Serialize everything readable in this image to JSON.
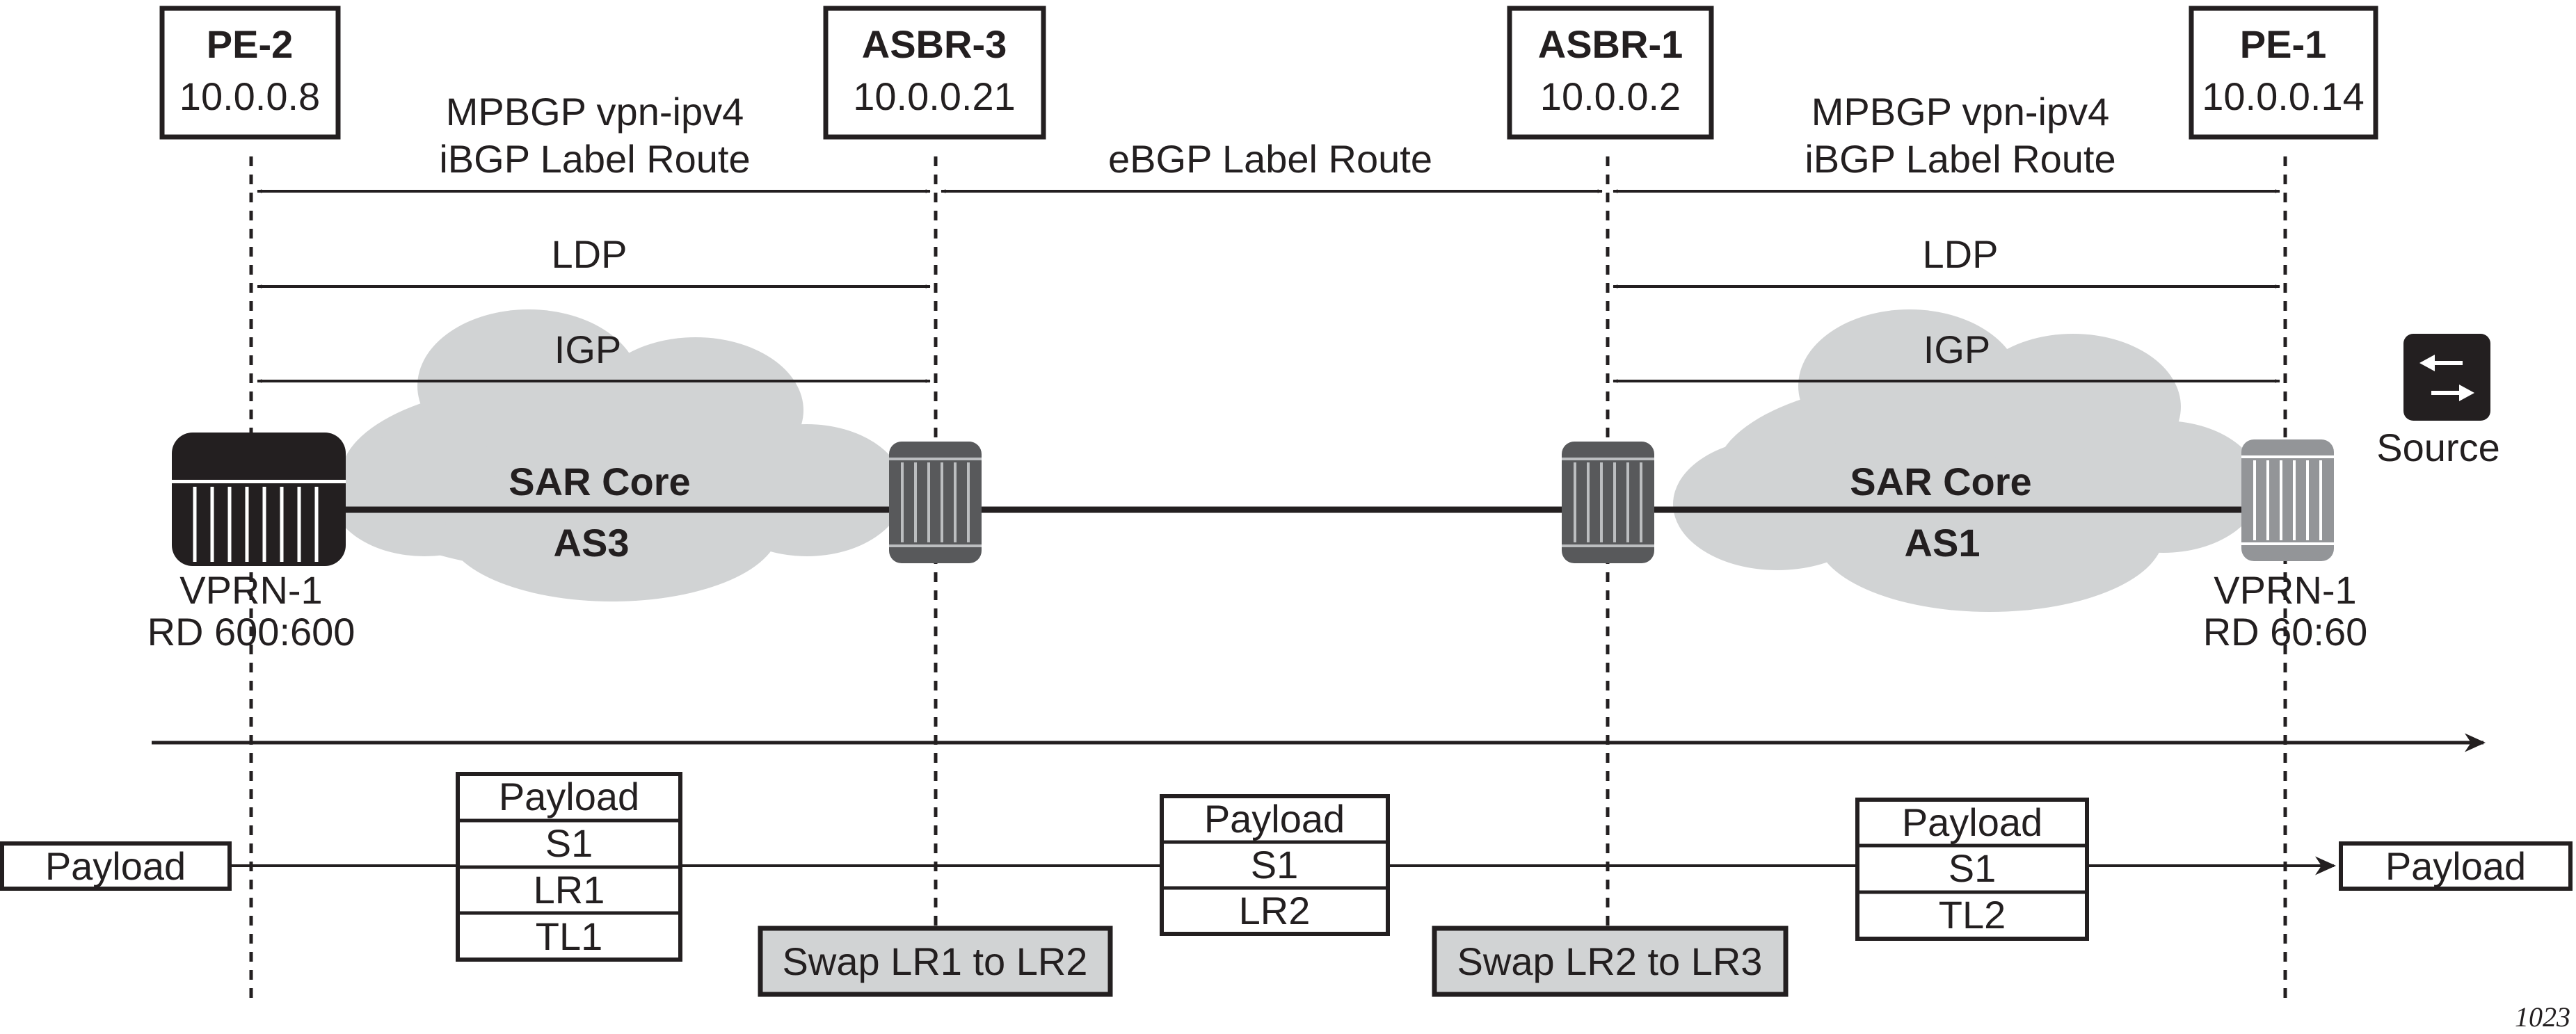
{
  "nodes": {
    "pe2": {
      "name": "PE-2",
      "ip": "10.0.0.8"
    },
    "asbr3": {
      "name": "ASBR-3",
      "ip": "10.0.0.21"
    },
    "asbr1": {
      "name": "ASBR-1",
      "ip": "10.0.0.2"
    },
    "pe1": {
      "name": "PE-1",
      "ip": "10.0.0.14"
    }
  },
  "sessions": {
    "left_mpbgp_line1": "MPBGP vpn-ipv4",
    "left_mpbgp_line2": "iBGP Label Route",
    "ebgp": "eBGP Label Route",
    "right_mpbgp_line1": "MPBGP vpn-ipv4",
    "right_mpbgp_line2": "iBGP Label Route",
    "left_ldp": "LDP",
    "right_ldp": "LDP",
    "left_igp": "IGP",
    "right_igp": "IGP"
  },
  "clouds": {
    "left": {
      "line1": "SAR Core",
      "line2": "AS3"
    },
    "right": {
      "line1": "SAR Core",
      "line2": "AS1"
    }
  },
  "vprn": {
    "left": {
      "line1": "VPRN-1",
      "line2": "RD 600:600"
    },
    "right": {
      "line1": "VPRN-1",
      "line2": "RD 60:60"
    }
  },
  "source_label": "Source",
  "packets": {
    "start_payload": "Payload",
    "end_payload": "Payload",
    "stack1": [
      "Payload",
      "S1",
      "LR1",
      "TL1"
    ],
    "stack2": [
      "Payload",
      "S1",
      "LR2"
    ],
    "stack3": [
      "Payload",
      "S1",
      "TL2"
    ]
  },
  "swaps": {
    "first": "Swap LR1 to LR2",
    "second": "Swap LR2 to LR3"
  },
  "figure_number": "1023",
  "colors": {
    "cloud": "#d1d3d4",
    "line": "#231f20",
    "swap_fill": "#d1d3d4",
    "pe2_router": "#231f20",
    "asbr3_router": "#58595b",
    "asbr1_router": "#58595b",
    "pe1_router": "#939598"
  }
}
